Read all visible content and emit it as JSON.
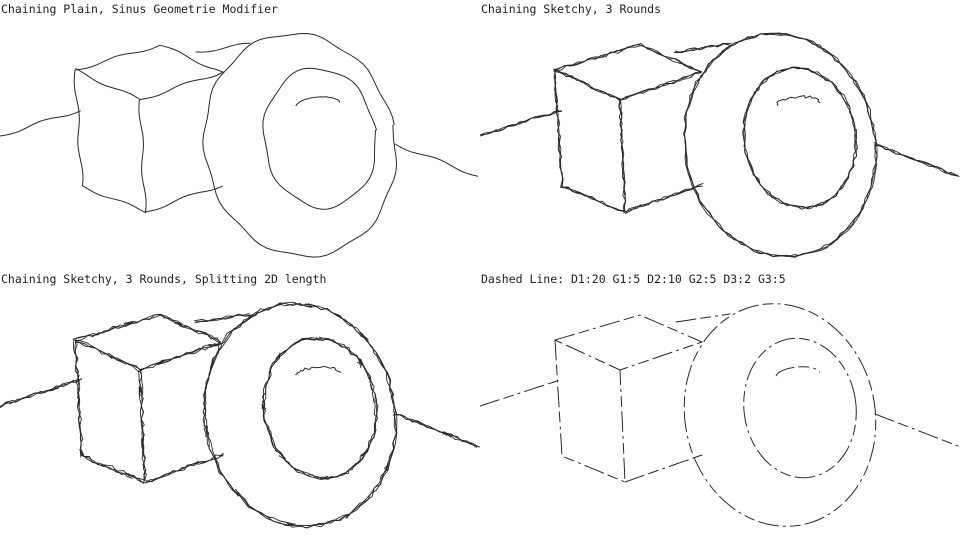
{
  "panels": [
    {
      "caption": "Chaining Plain, Sinus Geometrie Modifier",
      "style": "sinus"
    },
    {
      "caption": "Chaining Sketchy, 3 Rounds",
      "style": "sketchy"
    },
    {
      "caption": "Chaining Sketchy, 3 Rounds, Splitting 2D length",
      "style": "split"
    },
    {
      "caption": "Dashed Line: D1:20 G1:5 D2:10 G2:5 D3:2 G3:5",
      "style": "dashed"
    }
  ],
  "stroke_color": "#2a2a2a",
  "background": "#ffffff"
}
